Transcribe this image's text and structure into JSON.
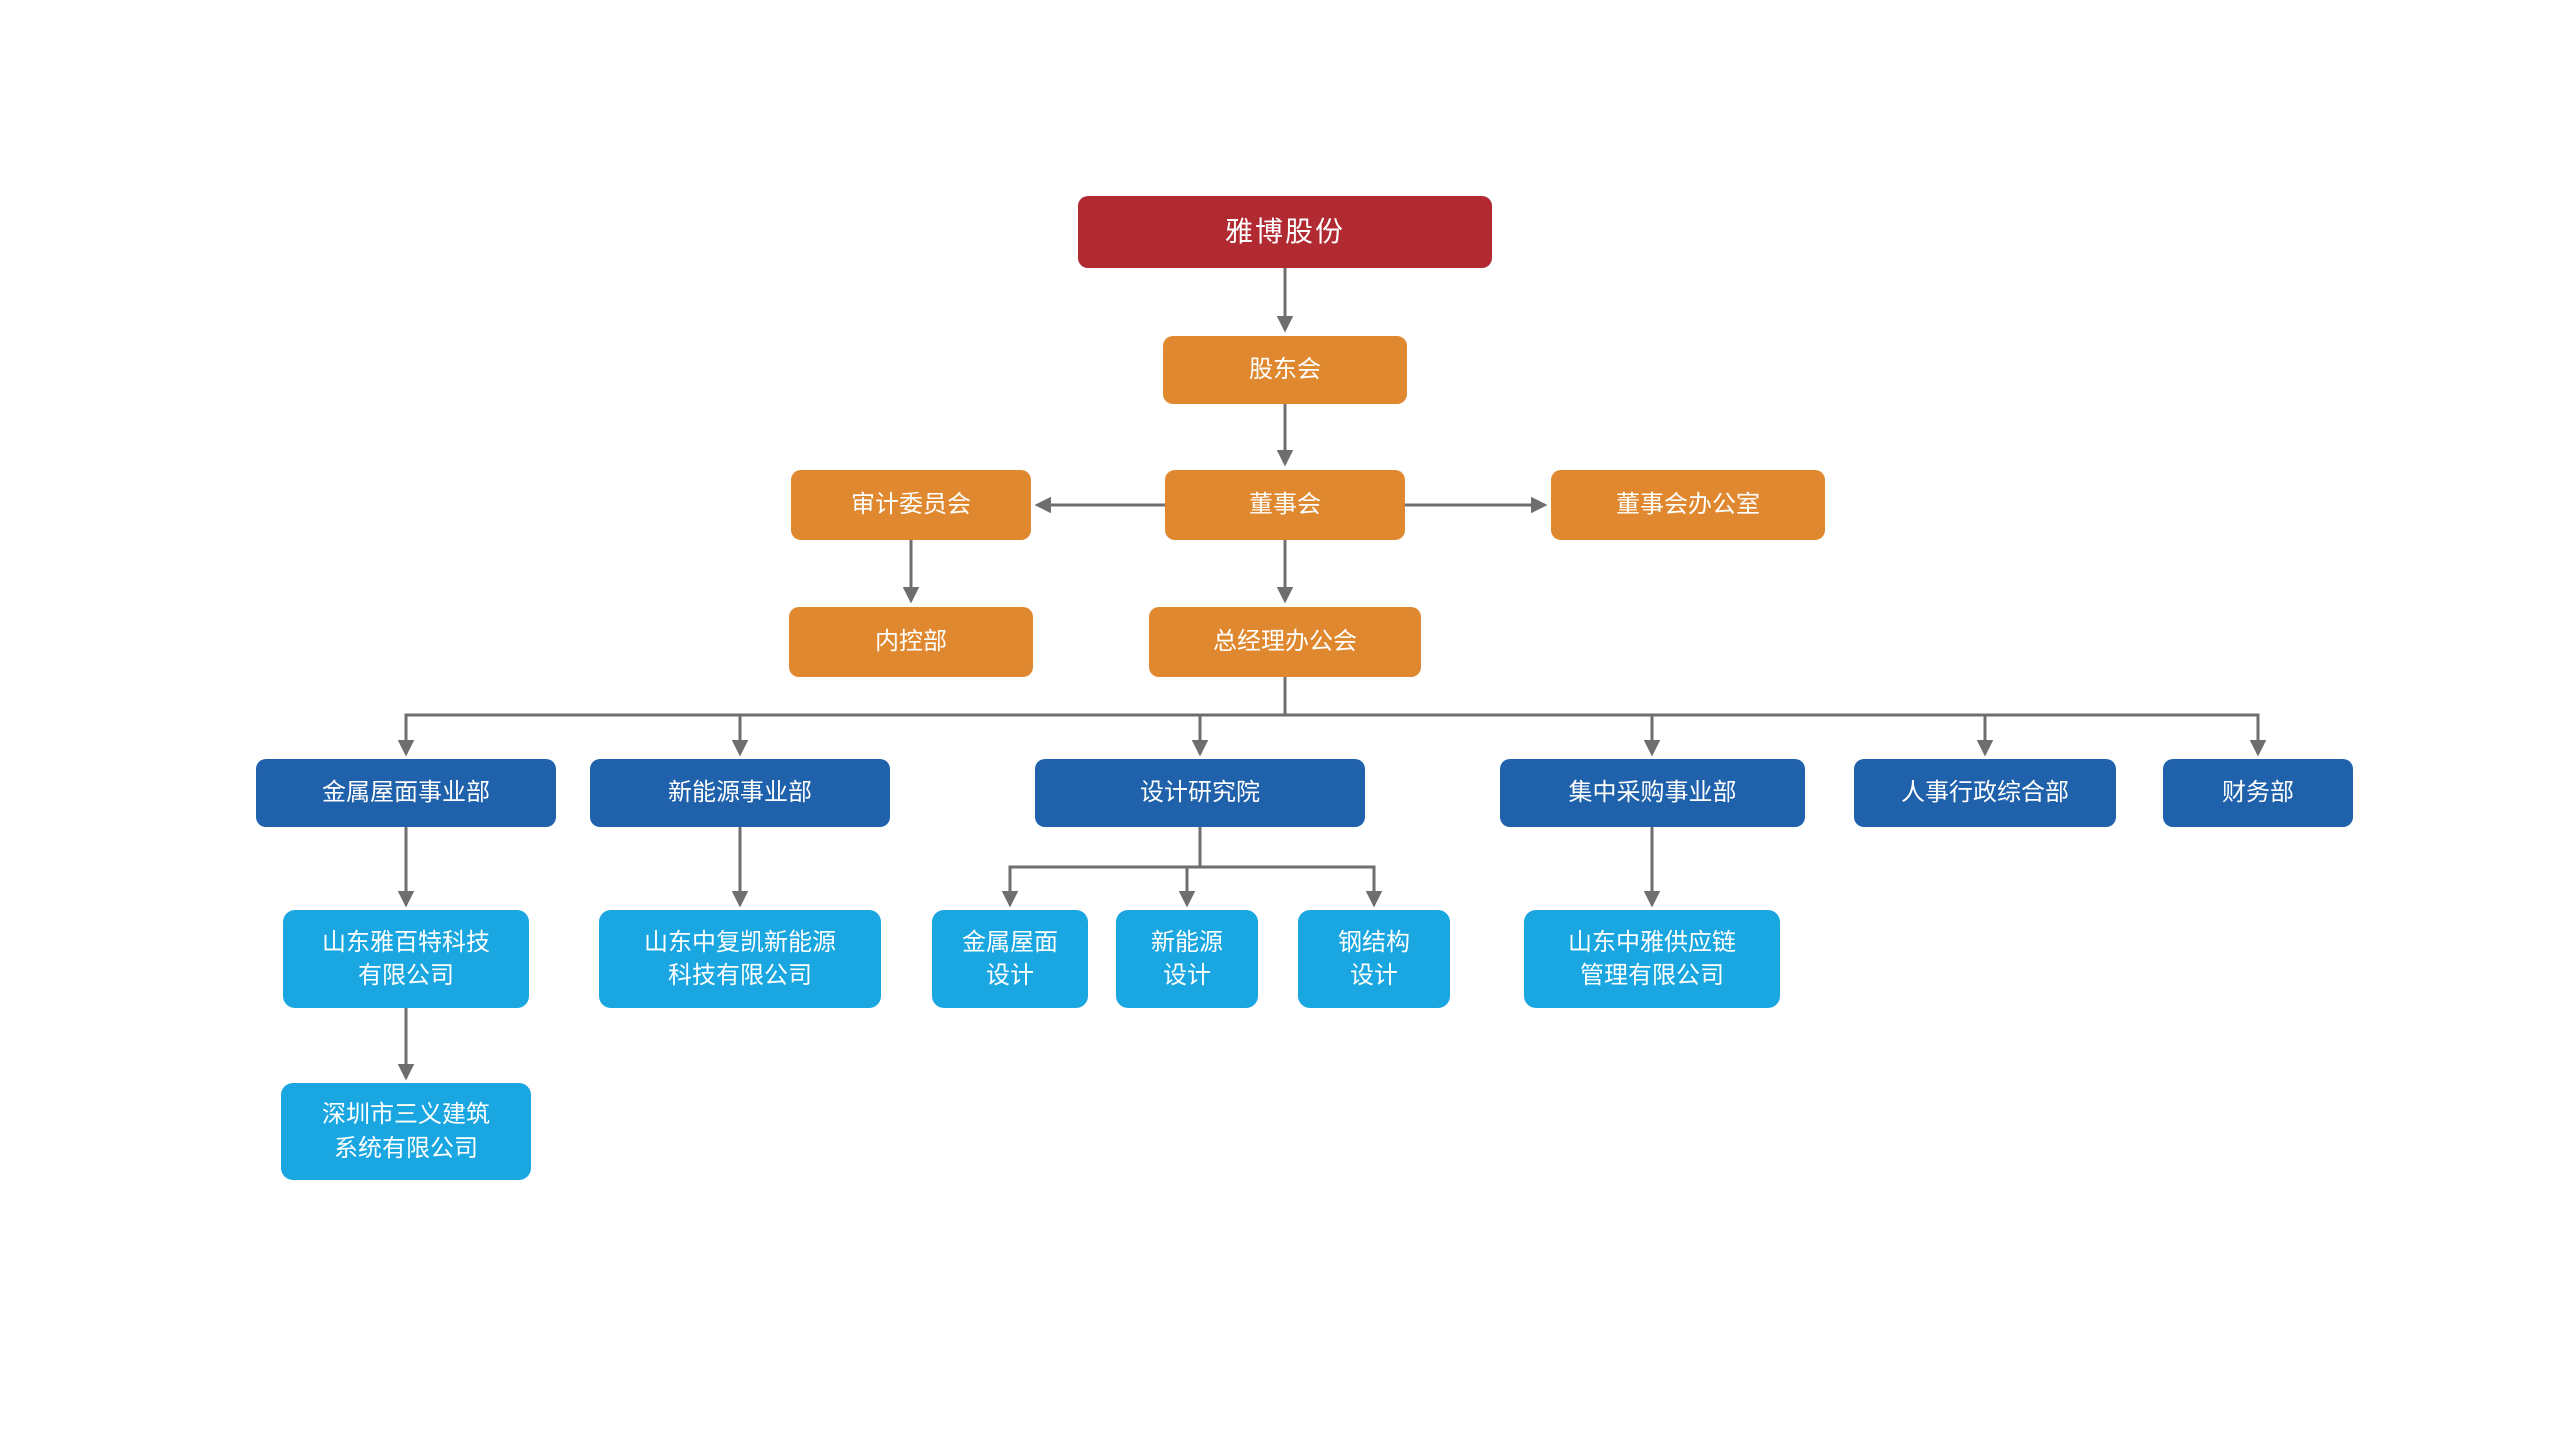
{
  "org": {
    "root": "雅博股份",
    "governance": {
      "shareholders_meeting": "股东会",
      "audit_committee": "审计委员会",
      "board": "董事会",
      "board_office": "董事会办公室",
      "internal_control": "内控部",
      "gm_office": "总经理办公会"
    },
    "departments": [
      {
        "label": "金属屋面事业部"
      },
      {
        "label": "新能源事业部"
      },
      {
        "label": "设计研究院"
      },
      {
        "label": "集中采购事业部"
      },
      {
        "label": "人事行政综合部"
      },
      {
        "label": "财务部"
      }
    ],
    "subsidiaries": [
      {
        "label": "山东雅百特科技\n有限公司",
        "parent": "金属屋面事业部"
      },
      {
        "label": "山东中复凯新能源\n科技有限公司",
        "parent": "新能源事业部"
      },
      {
        "label": "金属屋面\n设计",
        "parent": "设计研究院"
      },
      {
        "label": "新能源\n设计",
        "parent": "设计研究院"
      },
      {
        "label": "钢结构\n设计",
        "parent": "设计研究院"
      },
      {
        "label": "山东中雅供应链\n管理有限公司",
        "parent": "集中采购事业部"
      },
      {
        "label": "深圳市三义建筑\n系统有限公司",
        "parent": "山东雅百特科技有限公司"
      }
    ],
    "colors": {
      "root": "#b12a31",
      "governance": "#e0882f",
      "department": "#1f61aa",
      "subsidiary": "#1aa7e1",
      "connector": "#6e6e6e"
    }
  }
}
